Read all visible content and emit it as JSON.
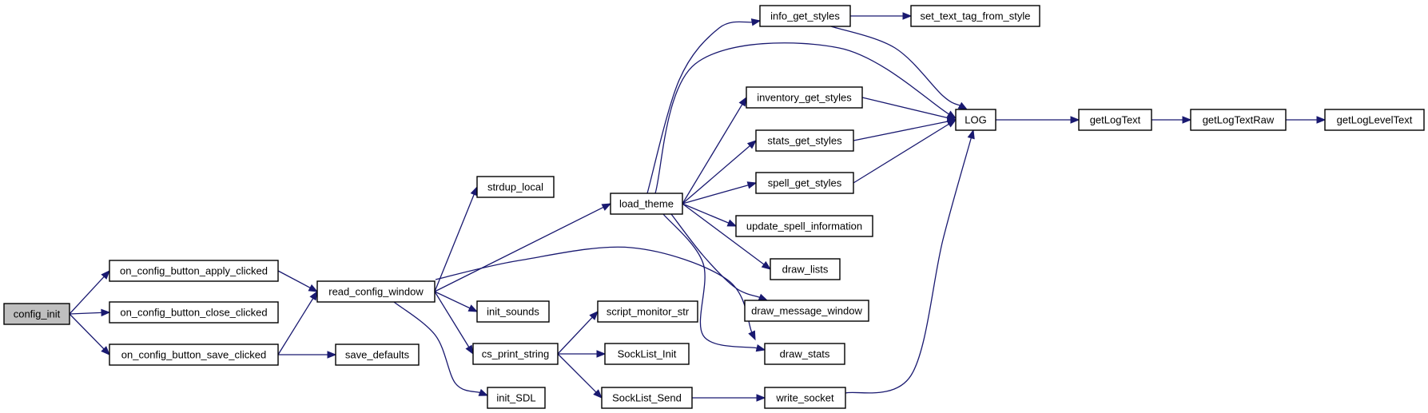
{
  "graph": {
    "type": "call-graph",
    "colors": {
      "edge": "#191970",
      "root_fill": "#bfbfbf",
      "node_fill": "#ffffff",
      "node_border": "#000000"
    },
    "nodes": [
      {
        "id": "config_init",
        "label": "config_init",
        "root": true
      },
      {
        "id": "apply",
        "label": "on_config_button_apply_clicked"
      },
      {
        "id": "close",
        "label": "on_config_button_close_clicked"
      },
      {
        "id": "save",
        "label": "on_config_button_save_clicked"
      },
      {
        "id": "read",
        "label": "read_config_window"
      },
      {
        "id": "save_defaults",
        "label": "save_defaults"
      },
      {
        "id": "strdup_local",
        "label": "strdup_local"
      },
      {
        "id": "load_theme",
        "label": "load_theme"
      },
      {
        "id": "init_sounds",
        "label": "init_sounds"
      },
      {
        "id": "cs_print_string",
        "label": "cs_print_string"
      },
      {
        "id": "init_SDL",
        "label": "init_SDL"
      },
      {
        "id": "script_monitor_str",
        "label": "script_monitor_str"
      },
      {
        "id": "SockList_Init",
        "label": "SockList_Init"
      },
      {
        "id": "SockList_Send",
        "label": "SockList_Send"
      },
      {
        "id": "info_get_styles",
        "label": "info_get_styles"
      },
      {
        "id": "inventory_get_styles",
        "label": "inventory_get_styles"
      },
      {
        "id": "stats_get_styles",
        "label": "stats_get_styles"
      },
      {
        "id": "spell_get_styles",
        "label": "spell_get_styles"
      },
      {
        "id": "update_spell_information",
        "label": "update_spell_information"
      },
      {
        "id": "draw_lists",
        "label": "draw_lists"
      },
      {
        "id": "draw_message_window",
        "label": "draw_message_window"
      },
      {
        "id": "draw_stats",
        "label": "draw_stats"
      },
      {
        "id": "write_socket",
        "label": "write_socket"
      },
      {
        "id": "set_text_tag_from_style",
        "label": "set_text_tag_from_style"
      },
      {
        "id": "LOG",
        "label": "LOG"
      },
      {
        "id": "getLogText",
        "label": "getLogText"
      },
      {
        "id": "getLogTextRaw",
        "label": "getLogTextRaw"
      },
      {
        "id": "getLogLevelText",
        "label": "getLogLevelText"
      }
    ],
    "edges": [
      [
        "config_init",
        "apply"
      ],
      [
        "config_init",
        "close"
      ],
      [
        "config_init",
        "save"
      ],
      [
        "apply",
        "read"
      ],
      [
        "save",
        "read"
      ],
      [
        "save",
        "save_defaults"
      ],
      [
        "read",
        "strdup_local"
      ],
      [
        "read",
        "load_theme"
      ],
      [
        "read",
        "draw_stats"
      ],
      [
        "read",
        "init_sounds"
      ],
      [
        "read",
        "cs_print_string"
      ],
      [
        "read",
        "init_SDL"
      ],
      [
        "cs_print_string",
        "script_monitor_str"
      ],
      [
        "cs_print_string",
        "SockList_Init"
      ],
      [
        "cs_print_string",
        "SockList_Send"
      ],
      [
        "SockList_Send",
        "write_socket"
      ],
      [
        "write_socket",
        "LOG"
      ],
      [
        "load_theme",
        "info_get_styles"
      ],
      [
        "load_theme",
        "LOG"
      ],
      [
        "load_theme",
        "inventory_get_styles"
      ],
      [
        "load_theme",
        "stats_get_styles"
      ],
      [
        "load_theme",
        "spell_get_styles"
      ],
      [
        "load_theme",
        "update_spell_information"
      ],
      [
        "load_theme",
        "draw_lists"
      ],
      [
        "load_theme",
        "draw_message_window"
      ],
      [
        "load_theme",
        "draw_stats"
      ],
      [
        "info_get_styles",
        "set_text_tag_from_style"
      ],
      [
        "info_get_styles",
        "LOG"
      ],
      [
        "inventory_get_styles",
        "LOG"
      ],
      [
        "stats_get_styles",
        "LOG"
      ],
      [
        "spell_get_styles",
        "LOG"
      ],
      [
        "LOG",
        "getLogText"
      ],
      [
        "getLogText",
        "getLogTextRaw"
      ],
      [
        "getLogTextRaw",
        "getLogLevelText"
      ]
    ]
  }
}
